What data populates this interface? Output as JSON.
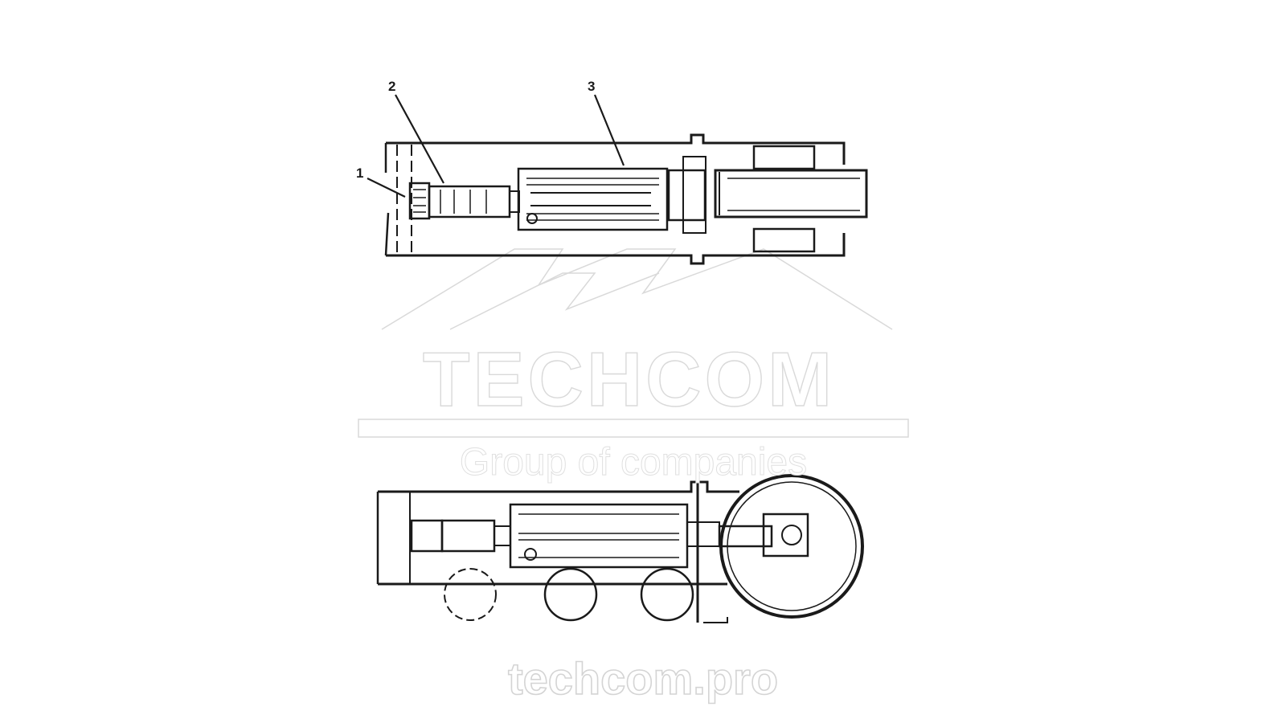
{
  "callouts": {
    "c1": "1",
    "c2": "2",
    "c3": "3"
  },
  "watermark": {
    "brand": "TECHCOM",
    "tagline": "Group of companies",
    "website": "techcom.pro"
  },
  "colors": {
    "line": "#1a1a1a",
    "watermark": "#d9d9d9",
    "background": "#ffffff"
  }
}
